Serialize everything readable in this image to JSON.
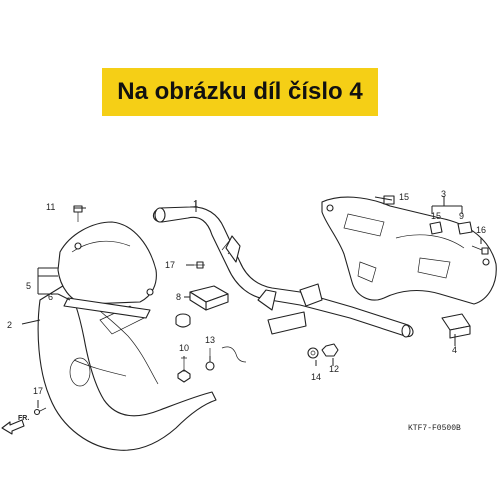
{
  "banner": {
    "text": "Na obrázku díl číslo 4"
  },
  "diagram": {
    "part_numbers": {
      "p1": "1",
      "p2": "2",
      "p3": "3",
      "p4": "4",
      "p5": "5",
      "p6": "6",
      "p8": "8",
      "p9": "9",
      "p10": "10",
      "p11": "11",
      "p12": "12",
      "p13": "13",
      "p14": "14",
      "p15a": "15",
      "p15b": "15",
      "p16": "16",
      "p17a": "17",
      "p17b": "17"
    },
    "direction_label": "FR.",
    "drawing_code": "KTF7-F0500B"
  },
  "colors": {
    "banner": "#f5cf16",
    "line": "#222222"
  }
}
